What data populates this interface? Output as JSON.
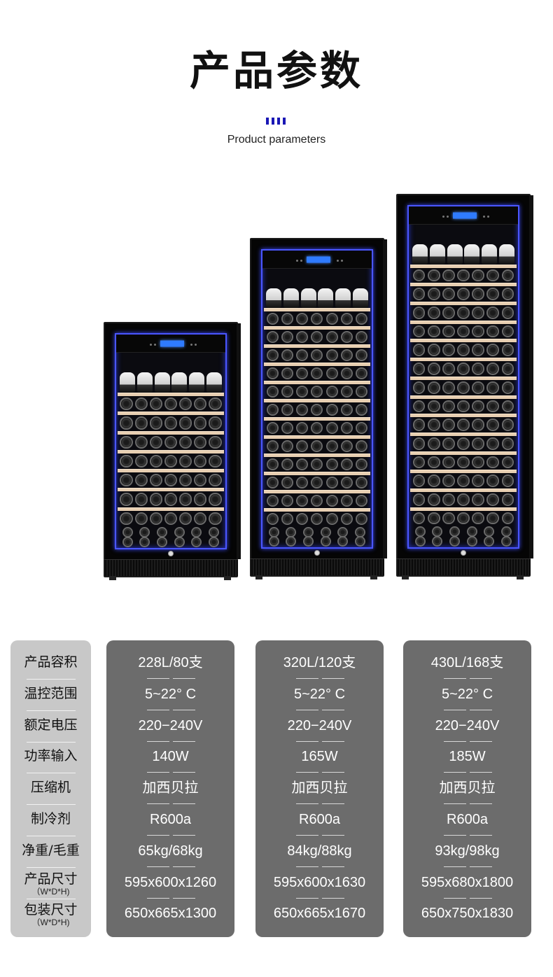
{
  "header": {
    "title": "产品参数",
    "subtitle": "Product parameters",
    "accent_color": "#1a17b5"
  },
  "spec_labels": [
    {
      "main": "产品容积",
      "sub": ""
    },
    {
      "main": "温控范围",
      "sub": ""
    },
    {
      "main": "额定电压",
      "sub": ""
    },
    {
      "main": "功率输入",
      "sub": ""
    },
    {
      "main": "压缩机",
      "sub": ""
    },
    {
      "main": "制冷剂",
      "sub": ""
    },
    {
      "main": "净重/毛重",
      "sub": ""
    },
    {
      "main": "产品尺寸",
      "sub": "（W*D*H)"
    },
    {
      "main": "包装尺寸",
      "sub": "（W*D*H)"
    }
  ],
  "models": [
    {
      "values": [
        "228L/80支",
        "5~22°  C",
        "220−240V",
        "140W",
        "加西贝拉",
        "R600a",
        "65kg/68kg",
        "595x600x1260",
        "650x665x1300"
      ]
    },
    {
      "values": [
        "320L/120支",
        "5~22°  C",
        "220−240V",
        "165W",
        "加西贝拉",
        "R600a",
        "84kg/88kg",
        "595x600x1630",
        "650x665x1670"
      ]
    },
    {
      "values": [
        "430L/168支",
        "5~22°  C",
        "220−240V",
        "185W",
        "加西贝拉",
        "R600a",
        "93kg/98kg",
        "595x680x1800",
        "650x750x1830"
      ]
    }
  ],
  "colors": {
    "label_column": "#c8c8c8",
    "value_column": "#6c6c6c",
    "shelf": "#e8cfb2",
    "led": "#4a56ff"
  }
}
